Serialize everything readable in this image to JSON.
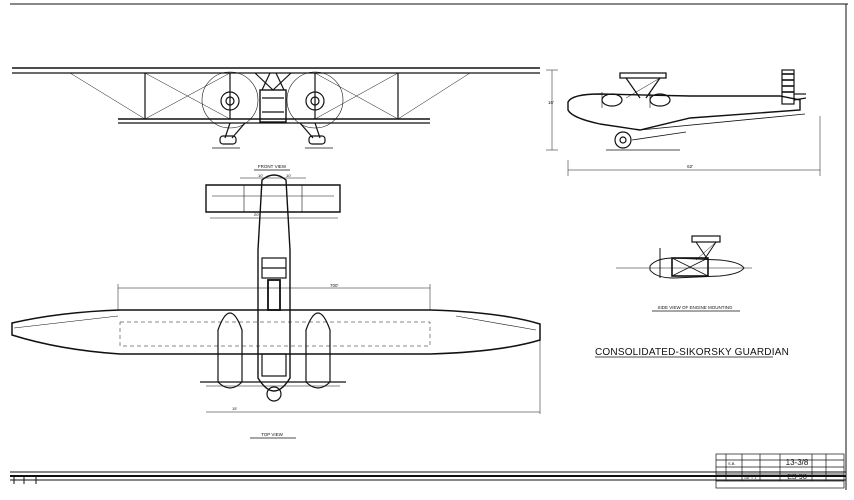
{
  "views": {
    "front": {
      "label": "FRONT VIEW"
    },
    "top": {
      "label": "TOP VIEW"
    },
    "engine_mount": {
      "label": "SIDE VIEW OF ENGINE MOUNTING"
    }
  },
  "title": "CONSOLIDATED-SIKORSKY GUARDIAN",
  "dimensions": {
    "side_height": "16'",
    "side_length": "62'",
    "tail_span": "20'",
    "tail_a": "10'",
    "tail_b": "10'",
    "wingspan": "700'",
    "float_gap": "15'"
  },
  "title_block": {
    "drawn_by": "S.B.",
    "sheet_no": "13-3/8",
    "dwg_no": "ES-98",
    "scale": "1/8\" = 1'"
  }
}
